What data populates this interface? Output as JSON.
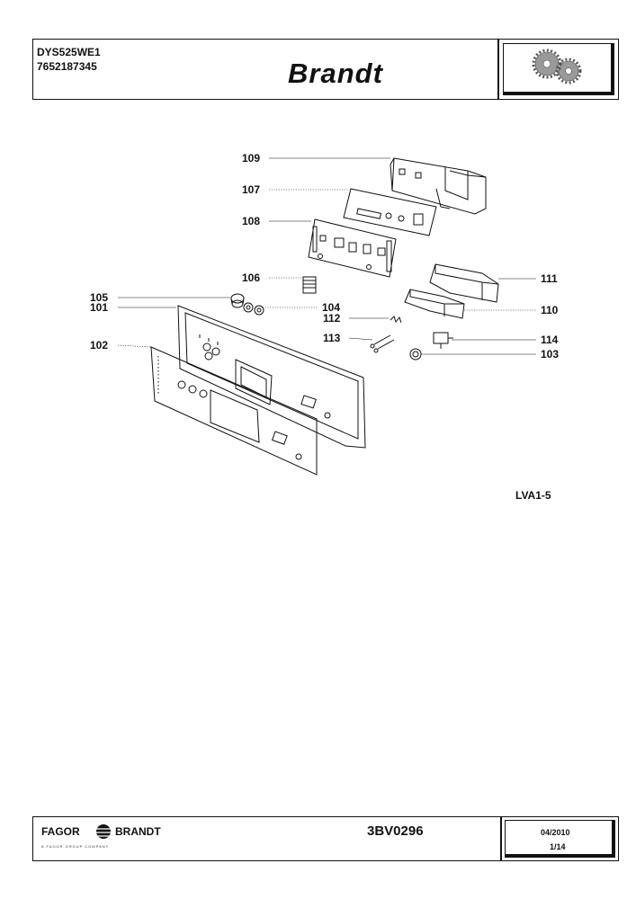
{
  "header": {
    "model": "DYS525WE1",
    "code": "7652187345",
    "brand": "Brandt"
  },
  "diagram": {
    "figure_code": "LVA1-5",
    "parts": [
      {
        "id": "109",
        "label": "109"
      },
      {
        "id": "107",
        "label": "107"
      },
      {
        "id": "108",
        "label": "108"
      },
      {
        "id": "106",
        "label": "106"
      },
      {
        "id": "105",
        "label": "105"
      },
      {
        "id": "101",
        "label": "101"
      },
      {
        "id": "104",
        "label": "104"
      },
      {
        "id": "112",
        "label": "112"
      },
      {
        "id": "102",
        "label": "102"
      },
      {
        "id": "113",
        "label": "113"
      },
      {
        "id": "111",
        "label": "111"
      },
      {
        "id": "110",
        "label": "110"
      },
      {
        "id": "114",
        "label": "114"
      },
      {
        "id": "103",
        "label": "103"
      }
    ]
  },
  "footer": {
    "brand_left": "FAGOR",
    "brand_right": "BRANDT",
    "sub": "A FAGOR GROUP COMPANY",
    "reference": "3BV0296",
    "date": "04/2010",
    "page": "1/14"
  },
  "colors": {
    "ink": "#111111"
  }
}
